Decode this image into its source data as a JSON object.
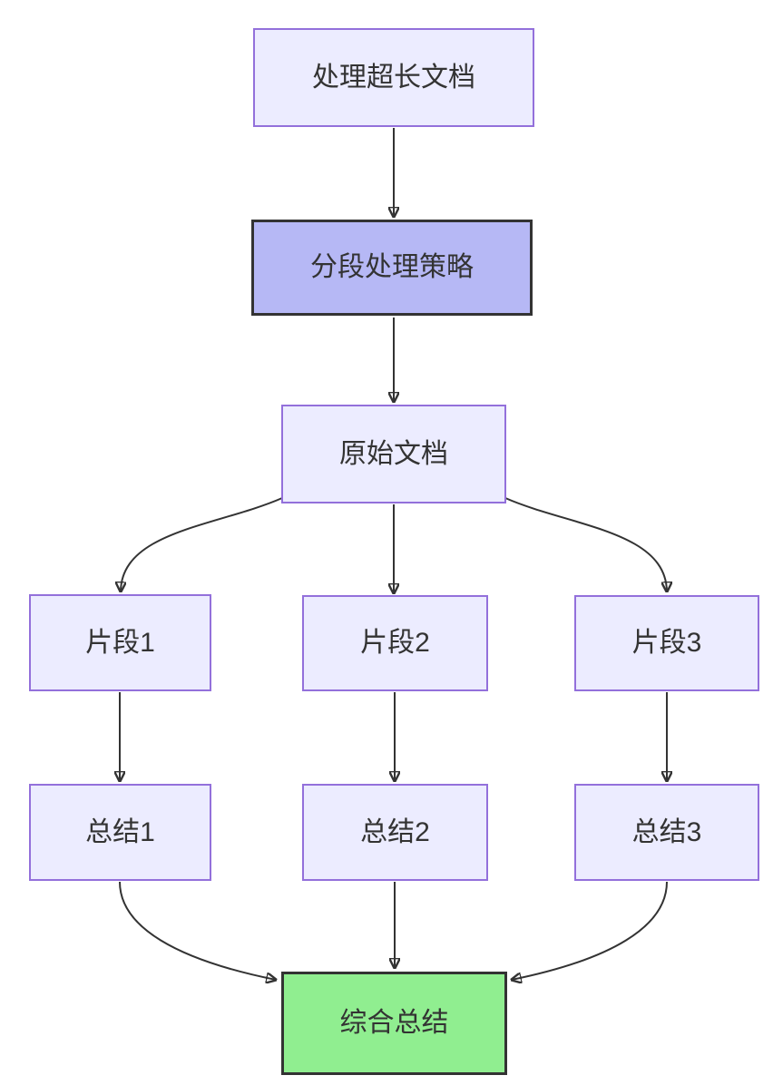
{
  "diagram": {
    "type": "flowchart",
    "direction": "top-down",
    "nodes": {
      "process_doc": {
        "label": "处理超长文档",
        "style": "default"
      },
      "strategy": {
        "label": "分段处理策略",
        "style": "emphasis"
      },
      "original": {
        "label": "原始文档",
        "style": "default"
      },
      "seg1": {
        "label": "片段1",
        "style": "default"
      },
      "seg2": {
        "label": "片段2",
        "style": "default"
      },
      "seg3": {
        "label": "片段3",
        "style": "default"
      },
      "sum1": {
        "label": "总结1",
        "style": "default"
      },
      "sum2": {
        "label": "总结2",
        "style": "default"
      },
      "sum3": {
        "label": "总结3",
        "style": "default"
      },
      "final": {
        "label": "综合总结",
        "style": "success"
      }
    },
    "edges": [
      {
        "from": "process_doc",
        "to": "strategy"
      },
      {
        "from": "strategy",
        "to": "original"
      },
      {
        "from": "original",
        "to": "seg1"
      },
      {
        "from": "original",
        "to": "seg2"
      },
      {
        "from": "original",
        "to": "seg3"
      },
      {
        "from": "seg1",
        "to": "sum1"
      },
      {
        "from": "seg2",
        "to": "sum2"
      },
      {
        "from": "seg3",
        "to": "sum3"
      },
      {
        "from": "sum1",
        "to": "final"
      },
      {
        "from": "sum2",
        "to": "final"
      },
      {
        "from": "sum3",
        "to": "final"
      }
    ],
    "colors": {
      "background": "#ffffff",
      "node_fill": "#ECECFF",
      "node_border": "#9370DB",
      "emphasis_fill": "#b6b8f5",
      "emphasis_border": "#333333",
      "success_fill": "#90EE90",
      "success_border": "#333333",
      "edge": "#333333",
      "text": "#333333"
    }
  }
}
